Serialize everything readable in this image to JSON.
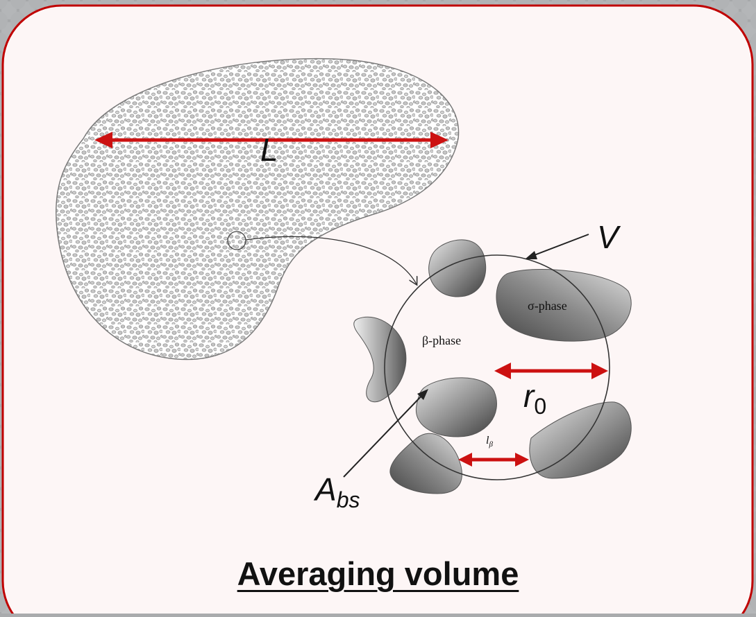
{
  "labels": {
    "length": "L",
    "volume": "V",
    "sigma_phase": "σ-phase",
    "beta_phase": "β-phase",
    "radius_main": "r",
    "radius_sub": "0",
    "spacing_main": "l",
    "spacing_sub": "β",
    "area_main": "A",
    "area_sub": "bs"
  },
  "title": "Averaging volume",
  "colors": {
    "frame": "#c00000",
    "arrow": "#cc1111",
    "panel": "#fdf6f6",
    "background": "#a9abad"
  }
}
